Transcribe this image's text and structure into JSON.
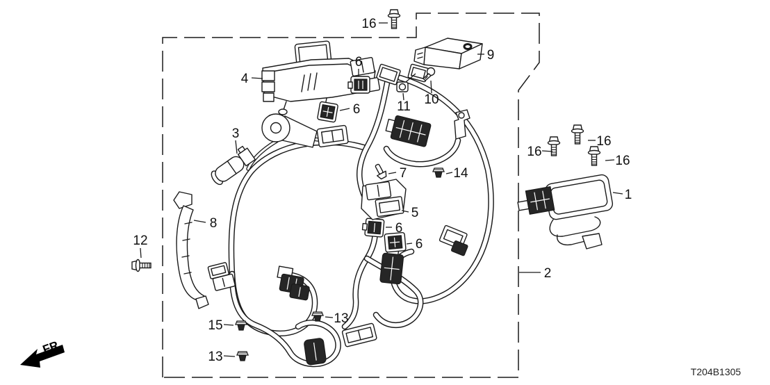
{
  "diagram": {
    "code": "T204B1305",
    "direction_label": "FR.",
    "colors": {
      "line": "#1a1a1a",
      "background": "#ffffff",
      "dark_part": "#262626"
    },
    "callouts": {
      "c16t": "16",
      "c4": "4",
      "c6a": "6",
      "c6b": "6",
      "c11": "11",
      "c10": "10",
      "c9": "9",
      "c3": "3",
      "c7": "7",
      "c14": "14",
      "c5": "5",
      "c6c": "6",
      "c6d": "6",
      "c8": "8",
      "c12": "12",
      "c15": "15",
      "c13a": "13",
      "c13b": "13",
      "c16r1": "16",
      "c16r2": "16",
      "c16r3": "16",
      "c1": "1",
      "c2": "2"
    }
  }
}
